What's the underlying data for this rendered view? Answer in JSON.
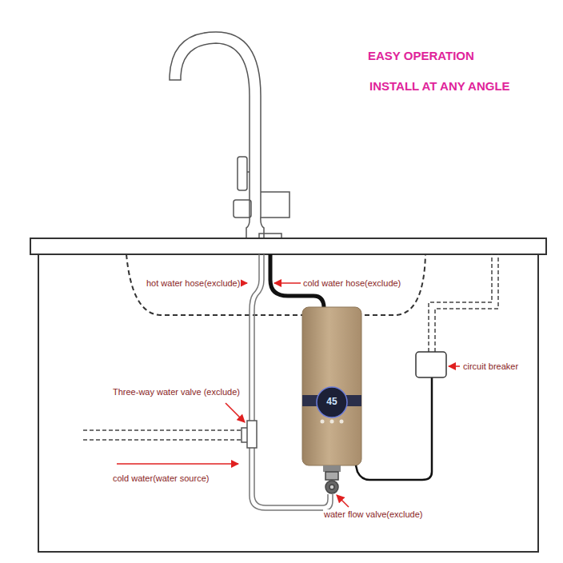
{
  "diagram": {
    "labels": [
      "EASY OPERATION",
      "INSTALL AT ANY ANGLE",
      "hot water hose(exclude)",
      "cold water hose(exclude)",
      "circuit breaker",
      "Three-way water valve (exclude)",
      "cold water(water source)",
      "water flow valve(exclude)",
      "45"
    ]
  }
}
